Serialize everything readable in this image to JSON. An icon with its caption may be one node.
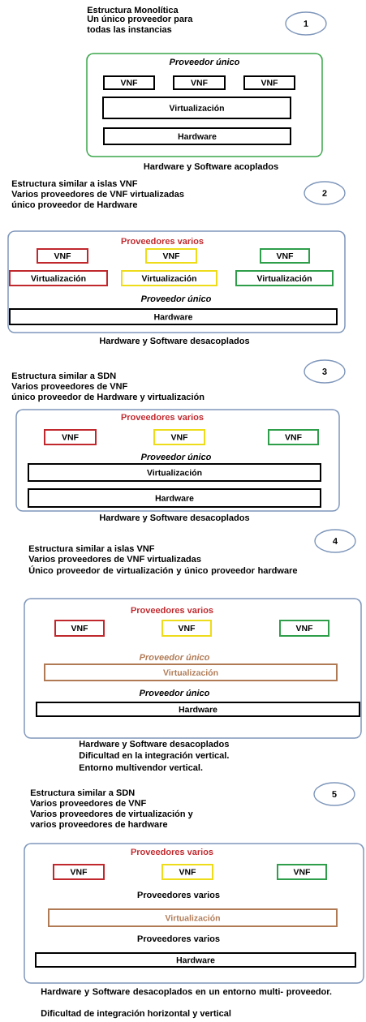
{
  "diagram": {
    "nodes": [
      {
        "text": [
          "1"
        ]
      },
      {
        "text": [
          "Proveedor único"
        ],
        "beside": [
          "Hardware y Software acoplados"
        ]
      },
      {
        "text": [
          "VNF"
        ],
        "in": 1
      },
      {
        "text": [
          "VNF"
        ],
        "in": 1
      },
      {
        "text": [
          "VNF"
        ],
        "in": 1
      },
      {
        "text": [
          "Virtualización"
        ],
        "in": 1
      },
      {
        "text": [
          "Hardware"
        ],
        "in": 1
      },
      {
        "text": [
          "2"
        ]
      },
      {
        "text": [
          "Proveedores varios",
          "Proveedor único"
        ],
        "beside": [
          "Hardware y Software desacoplados"
        ]
      },
      {
        "text": [
          "VNF"
        ],
        "in": 8
      },
      {
        "text": [
          "VNF"
        ],
        "in": 8
      },
      {
        "text": [
          "VNF"
        ],
        "in": 8
      },
      {
        "text": [
          "Virtualización"
        ],
        "in": 8
      },
      {
        "text": [
          "Virtualización"
        ],
        "in": 8
      },
      {
        "text": [
          "Virtualización"
        ],
        "in": 8
      },
      {
        "text": [
          "Hardware"
        ],
        "in": 8
      },
      {
        "text": [
          "3"
        ]
      },
      {
        "text": [
          "Proveedores varios",
          "Proveedor único"
        ],
        "beside": [
          "Hardware y Software desacoplados"
        ]
      },
      {
        "text": [
          "VNF"
        ],
        "in": 17
      },
      {
        "text": [
          "VNF"
        ],
        "in": 17
      },
      {
        "text": [
          "VNF"
        ],
        "in": 17
      },
      {
        "text": [
          "Virtualización"
        ],
        "in": 17
      },
      {
        "text": [
          "Hardware"
        ],
        "in": 17
      },
      {
        "text": [
          "4"
        ]
      },
      {
        "text": [
          "Proveedores varios",
          "Proveedor único",
          "Proveedor único"
        ],
        "beside": [
          "Hardware y Software desacoplados",
          "Dificultad en la integración vertical.",
          "Entorno multivendor vertical."
        ]
      },
      {
        "text": [
          "VNF"
        ],
        "in": 24
      },
      {
        "text": [
          "VNF"
        ],
        "in": 24
      },
      {
        "text": [
          "VNF"
        ],
        "in": 24
      },
      {
        "text": [
          "Virtualización"
        ],
        "in": 24
      },
      {
        "text": [
          "Hardware"
        ],
        "in": 24
      },
      {
        "text": [
          "5"
        ]
      },
      {
        "text": [
          "Proveedores varios",
          "Proveedores varios",
          "Proveedores varios"
        ],
        "beside": [
          "Hardware y Software desacoplados en un entorno multi- proveedor.",
          "Dificultad de integración horizontal y vertical"
        ]
      },
      {
        "text": [
          "VNF"
        ],
        "in": 31
      },
      {
        "text": [
          "VNF"
        ],
        "in": 31
      },
      {
        "text": [
          "VNF"
        ],
        "in": 31
      },
      {
        "text": [
          "Virtualización"
        ],
        "in": 31
      },
      {
        "text": [
          "Hardware"
        ],
        "in": 31
      }
    ],
    "labels": [
      "Estructura Monolítica",
      "Un único proveedor para",
      "todas las instancias",
      "Estructura similar a islas VNF",
      "Varios proveedores de VNF virtualizadas",
      "único proveedor de Hardware",
      "Estructura similar a SDN",
      "Varios proveedores de VNF",
      "único proveedor de Hardware y virtualización",
      "Estructura similar a islas VNF",
      "Varios proveedores de VNF virtualizadas",
      "Único proveedor de virtualización y único proveedor hardware",
      "Estructura similar a SDN",
      "Varios proveedores de VNF",
      "Varios proveedores de virtualización y",
      "varios proveedores de hardware"
    ]
  }
}
